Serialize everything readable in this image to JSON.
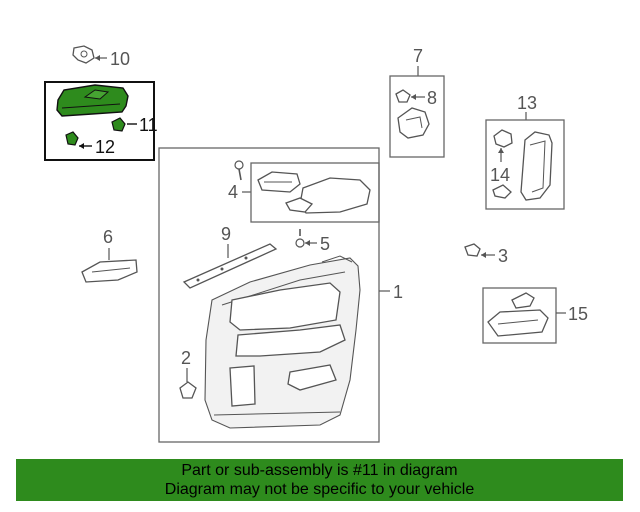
{
  "callouts": {
    "c1": "1",
    "c2": "2",
    "c3": "3",
    "c4": "4",
    "c5": "5",
    "c6": "6",
    "c7": "7",
    "c8": "8",
    "c9": "9",
    "c10": "10",
    "c11": "11",
    "c12": "12",
    "c13": "13",
    "c14": "14",
    "c15": "15"
  },
  "banner": {
    "line1": "Part or sub-assembly is #11 in diagram",
    "line2": "Diagram may not be specific to your vehicle"
  },
  "colors": {
    "highlight": "#2e8b1d",
    "banner_bg": "#2e8b1d",
    "line": "#555555"
  }
}
